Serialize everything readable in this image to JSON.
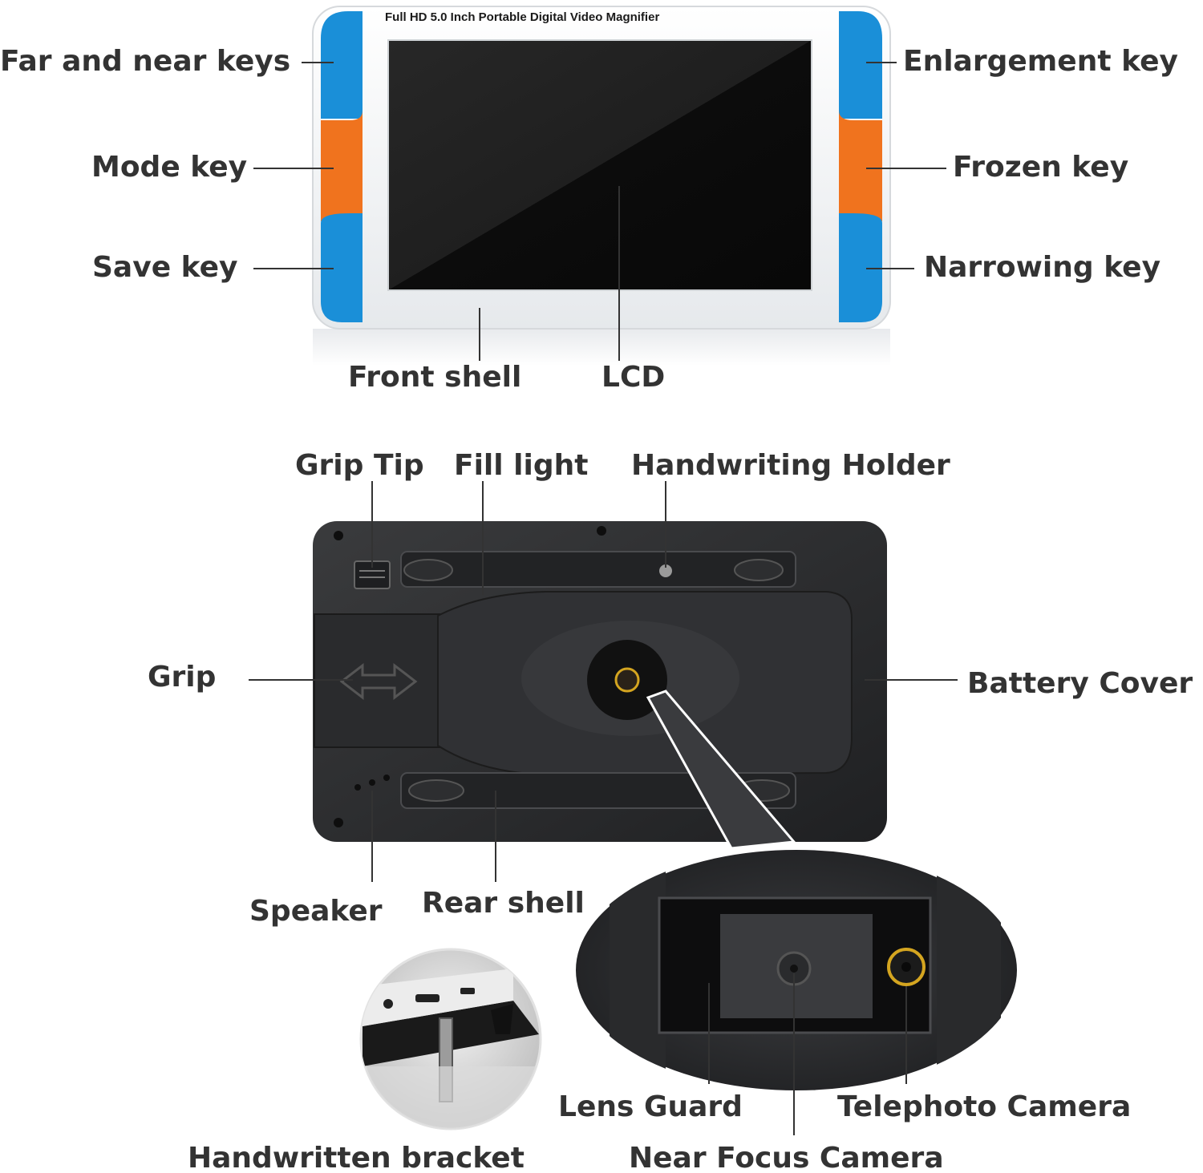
{
  "device_title": "Full HD 5.0 Inch Portable Digital Video Magnifier",
  "colors": {
    "key_blue": "#1a8fd8",
    "key_orange": "#f0731e",
    "shell_white": "#f4f6f8",
    "screen": "#111111",
    "rear_body": "#2b2c2e",
    "label_text": "#333333",
    "camera_ring": "#d4a520"
  },
  "front_labels": {
    "far_near_keys": "Far and near keys",
    "mode_key": "Mode key",
    "save_key": "Save key",
    "enlargement_key": "Enlargement key",
    "frozen_key": "Frozen key",
    "narrowing_key": "Narrowing key",
    "front_shell": "Front shell",
    "lcd": "LCD"
  },
  "rear_labels": {
    "grip_tip": "Grip Tip",
    "fill_light": "Fill light",
    "handwriting_holder": "Handwriting Holder",
    "grip": "Grip",
    "battery_cover": "Battery Cover",
    "speaker": "Speaker",
    "rear_shell": "Rear shell"
  },
  "camera_labels": {
    "lens_guard": "Lens Guard",
    "telephoto_camera": "Telephoto Camera",
    "near_focus_camera": "Near Focus Camera"
  },
  "bracket_labels": {
    "handwritten_bracket": "Handwritten bracket"
  }
}
